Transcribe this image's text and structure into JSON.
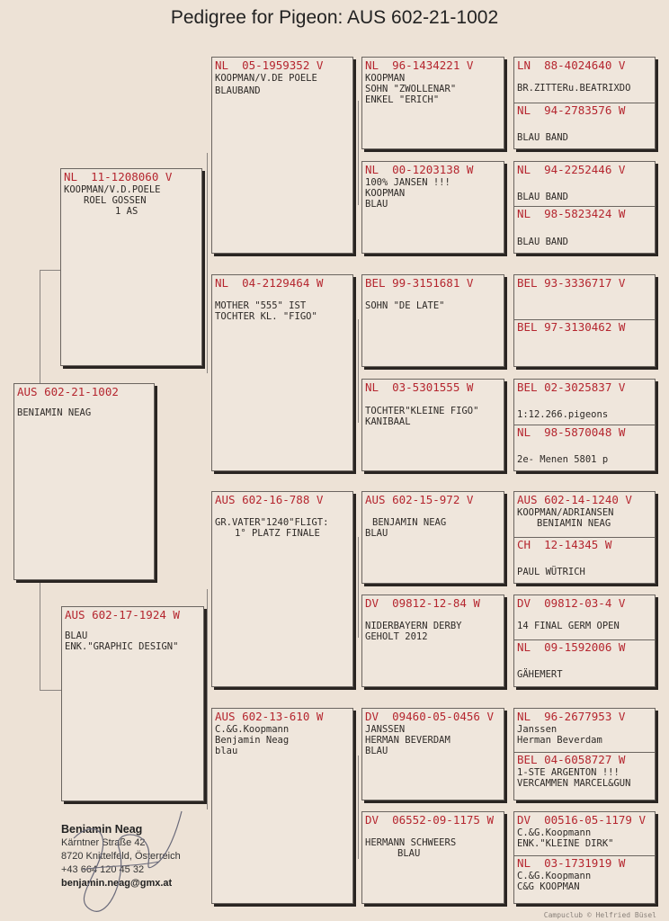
{
  "title": "Pedigree for Pigeon: AUS 602-21-1002",
  "subject": {
    "ring": "AUS 602-21-1002",
    "lines": [
      "BENIAMIN NEAG"
    ]
  },
  "sire": {
    "ring": "NL  11-1208060 V",
    "lines": [
      "KOOPMAN/V.D.POELE",
      "ROEL GOSSEN",
      "1 AS"
    ]
  },
  "dam": {
    "ring": "AUS 602-17-1924 W",
    "lines": [
      "BLAU",
      "ENK.\"GRAPHIC DESIGN\""
    ]
  },
  "gen3": {
    "ss": {
      "ring": "NL  05-1959352 V",
      "lines": [
        "KOOPMAN/V.DE POELE",
        "",
        "BLAUBAND"
      ]
    },
    "sd": {
      "ring": "NL  04-2129464 W",
      "lines": [
        "MOTHER \"555\" IST",
        "TOCHTER KL. \"FIGO\""
      ]
    },
    "ds": {
      "ring": "AUS 602-16-788 V",
      "lines": [
        "GR.VATER\"1240\"FLIGT:",
        "1° PLATZ FINALE"
      ]
    },
    "dd": {
      "ring": "AUS 602-13-610 W",
      "lines": [
        "C.&G.Koopmann",
        "Benjamin Neag",
        "blau"
      ]
    }
  },
  "gen4": {
    "sss": {
      "ring": "NL  96-1434221 V",
      "lines": [
        "KOOPMAN",
        "SOHN \"ZWOLLENAR\"",
        "ENKEL \"ERICH\""
      ]
    },
    "ssd": {
      "ring": "NL  00-1203138 W",
      "lines": [
        "100% JANSEN !!!",
        "KOOPMAN",
        "BLAU"
      ]
    },
    "sds": {
      "ring": "BEL 99-3151681 V",
      "lines": [
        "SOHN \"DE LATE\""
      ]
    },
    "sdd": {
      "ring": "NL  03-5301555 W",
      "lines": [
        "TOCHTER\"KLEINE FIGO\"",
        "KANIBAAL"
      ]
    },
    "dss": {
      "ring": "AUS 602-15-972 V",
      "lines": [
        "BENJAMIN NEAG",
        "BLAU"
      ]
    },
    "dsd": {
      "ring": "DV  09812-12-84 W",
      "lines": [
        "NIDERBAYERN DERBY",
        "GEHOLT 2012"
      ]
    },
    "dds": {
      "ring": "DV  09460-05-0456 V",
      "lines": [
        "JANSSEN",
        "HERMAN BEVERDAM",
        "BLAU"
      ]
    },
    "ddd": {
      "ring": "DV  06552-09-1175 W",
      "lines": [
        "HERMANN SCHWEERS",
        "BLAU"
      ]
    }
  },
  "gen5": [
    {
      "top": {
        "ring": "LN  88-4024640 V",
        "lines": [
          "BR.ZITTERu.BEATRIXDO"
        ]
      },
      "bottom": {
        "ring": "NL  94-2783576 W",
        "lines": [
          "BLAU BAND"
        ]
      }
    },
    {
      "top": {
        "ring": "NL  94-2252446 V",
        "lines": [
          "BLAU BAND"
        ]
      },
      "bottom": {
        "ring": "NL  98-5823424 W",
        "lines": [
          "BLAU BAND"
        ]
      }
    },
    {
      "top": {
        "ring": "BEL 93-3336717 V",
        "lines": []
      },
      "bottom": {
        "ring": "BEL 97-3130462 W",
        "lines": []
      }
    },
    {
      "top": {
        "ring": "BEL 02-3025837 V",
        "lines": [
          "1:12.266.pigeons"
        ]
      },
      "bottom": {
        "ring": "NL  98-5870048 W",
        "lines": [
          "2e- Menen 5801 p"
        ]
      }
    },
    {
      "top": {
        "ring": "AUS 602-14-1240 V",
        "lines": [
          "KOOPMAN/ADRIANSEN",
          "BENIAMIN NEAG"
        ]
      },
      "bottom": {
        "ring": "CH  12-14345 W",
        "lines": [
          "PAUL WÜTRICH"
        ]
      }
    },
    {
      "top": {
        "ring": "DV  09812-03-4 V",
        "lines": [
          "14 FINAL GERM OPEN"
        ]
      },
      "bottom": {
        "ring": "NL  09-1592006 W",
        "lines": [
          "GÄHEMERT"
        ]
      }
    },
    {
      "top": {
        "ring": "NL  96-2677953 V",
        "lines": [
          "Janssen",
          "Herman Beverdam"
        ]
      },
      "bottom": {
        "ring": "BEL 04-6058727 W",
        "lines": [
          "1-STE ARGENTON !!!",
          "VERCAMMEN MARCEL&GUN"
        ]
      }
    },
    {
      "top": {
        "ring": "DV  00516-05-1179 V",
        "lines": [
          "C.&G.Koopmann",
          "ENK.\"KLEINE DIRK\""
        ]
      },
      "bottom": {
        "ring": "NL  03-1731919 W",
        "lines": [
          "C.&G.Koopmann",
          "C&G KOOPMAN"
        ]
      }
    }
  ],
  "breeder": {
    "name": "Beniamin Neag",
    "street": "Kärntner Straße 42",
    "city": "8720 Knittelfeld, Österreich",
    "phone": "+43 664 120 45 32",
    "email": "benjamin.neag@gmx.at"
  },
  "copyright": "Campuclub © Helfried Büsel"
}
